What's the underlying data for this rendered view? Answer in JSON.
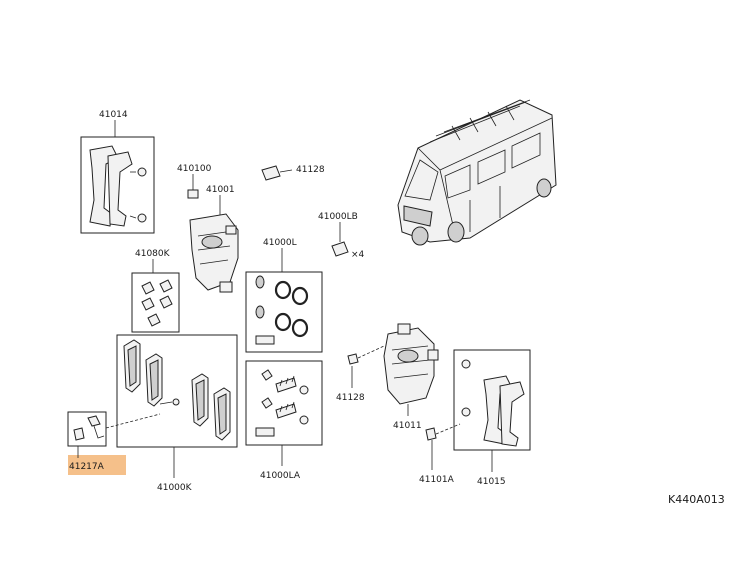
{
  "labels": {
    "p41014": "41014",
    "p410100": "410100",
    "p41001": "41001",
    "p41128_top": "41128",
    "p41000LB": "41000LB",
    "qty_x4": "×4",
    "p41080K": "41080K",
    "p41000L": "41000L",
    "p41000K": "41000K",
    "p41217A": "41217A",
    "p41000LA": "41000LA",
    "p41128_mid": "41128",
    "p41011": "41011",
    "p41101A": "41101A",
    "p41015": "41015"
  },
  "reference": "K440A013",
  "highlight": {
    "part": "41217A",
    "color": "#f5c08a"
  }
}
